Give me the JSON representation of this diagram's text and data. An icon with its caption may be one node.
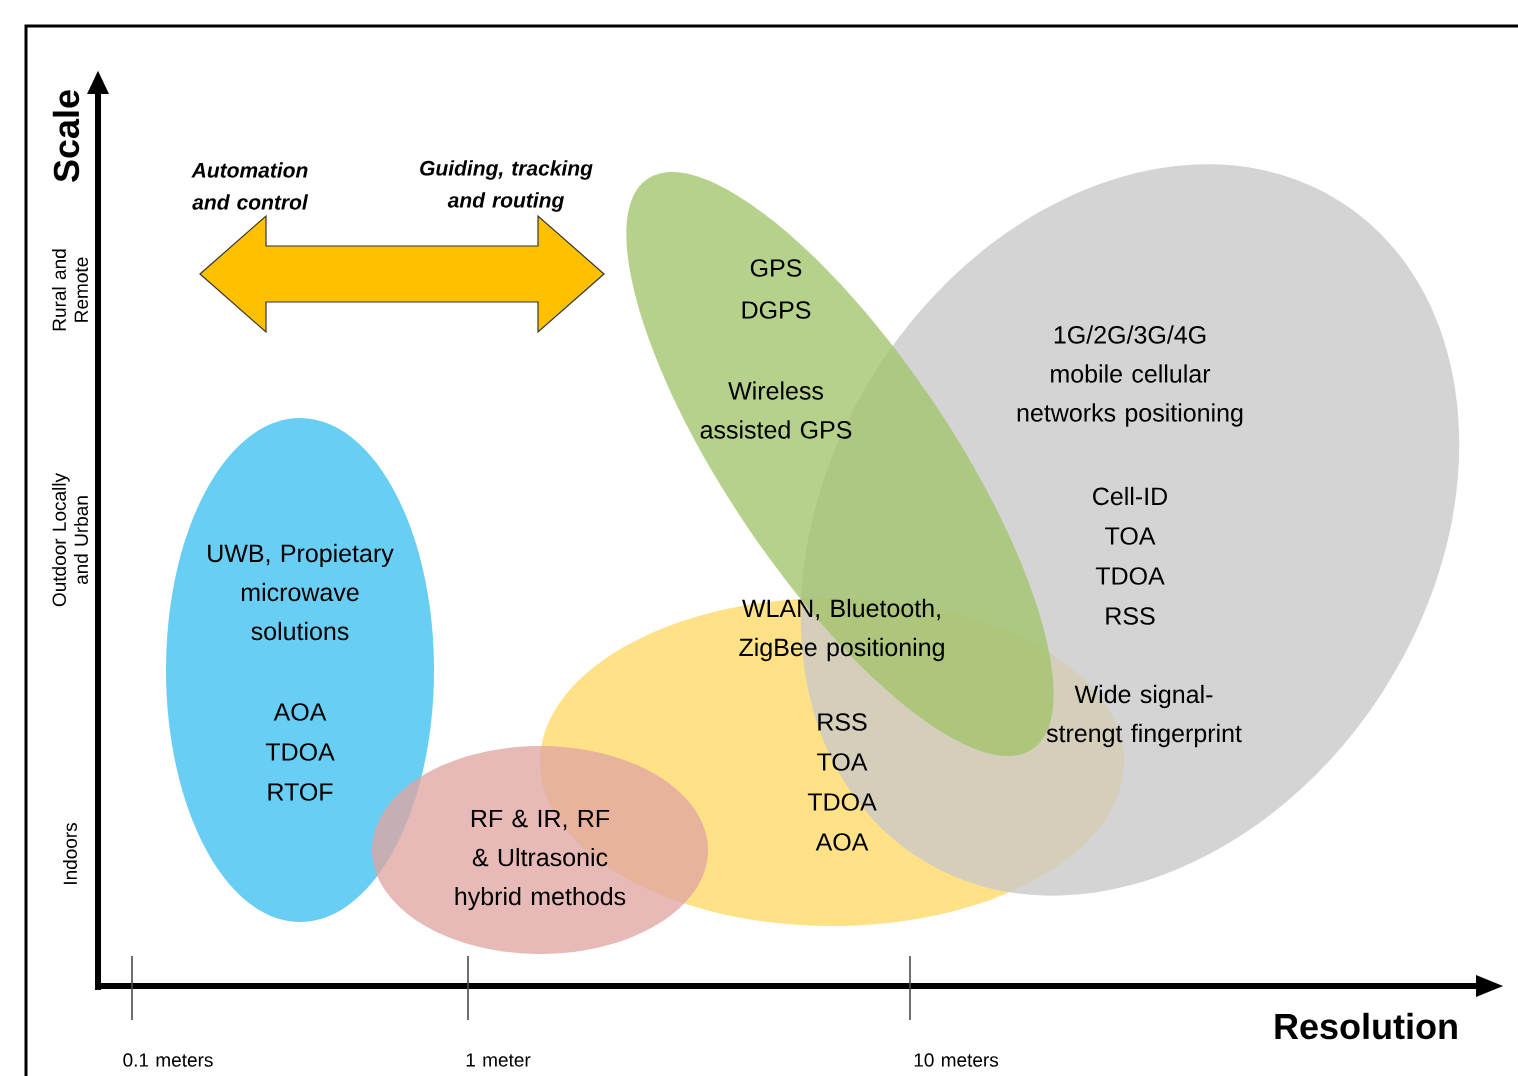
{
  "diagram": {
    "nodes": [
      {
        "text": [
          "Automation and control"
        ]
      },
      {
        "text": [
          "Guiding, tracking and routing"
        ]
      },
      {
        "text": [
          "GPS",
          "DGPS",
          "Wireless assisted GPS"
        ]
      },
      {
        "text": [
          "1G/2G/3G/4G mobile cellular networks positioning",
          "Cell-ID",
          "TOA",
          "TDOA",
          "RSS",
          "Wide signal-strengt fingerprint"
        ]
      },
      {
        "text": [
          "UWB, Propietary microwave solutions",
          "AOA",
          "TDOA",
          "RTOF"
        ]
      },
      {
        "text": [
          "WLAN, Bluetooth, ZigBee positioning",
          "RSS",
          "TOA",
          "TDOA",
          "AOA"
        ]
      },
      {
        "text": [
          "RF & IR, RF & Ultrasonic hybrid methods"
        ]
      }
    ],
    "edges": [
      {
        "from": 0,
        "to": 1,
        "arrow": "both",
        "style": "thick",
        "color": "#ffc000"
      }
    ],
    "labels": [
      "Scale",
      "Rural and Remote",
      "Outdoor Locally and Urban",
      "Indoors",
      "0.1 meters",
      "1 meter",
      "10 meters",
      "Resolution"
    ]
  }
}
